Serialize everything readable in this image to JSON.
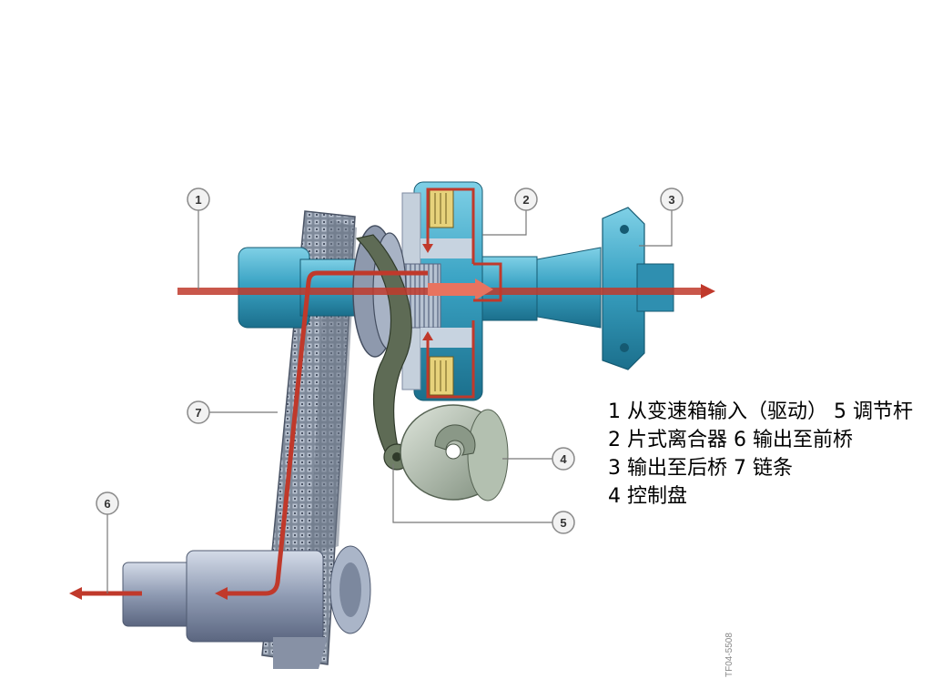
{
  "callouts": [
    "1",
    "2",
    "3",
    "4",
    "5",
    "6",
    "7"
  ],
  "legend": [
    "1 从变速箱输入（驱动） 5 调节杆",
    "2 片式离合器 6 输出至前桥",
    "3 输出至后桥 7 链条",
    "4 控制盘"
  ],
  "image_code": "TF04-5508",
  "colors": {
    "shaft_blue": "#3aa3c4",
    "flow_arrow_red": "#c0392b",
    "chain_grey": "#7f8a9a",
    "disc_grey": "#9aa89a",
    "lever_green": "#5e6b55",
    "front_shaft_grey": "#8f9bb3"
  }
}
